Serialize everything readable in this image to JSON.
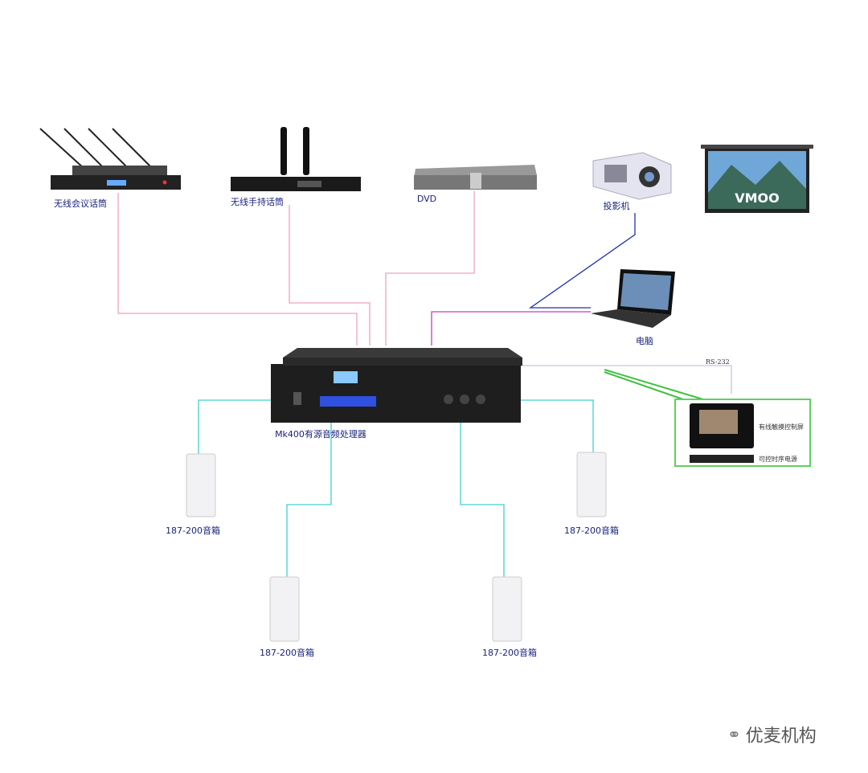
{
  "devices": {
    "wireless_conference_mic": "无线会议话筒",
    "wireless_handheld_mic": "无线手持话筒",
    "dvd": "DVD",
    "projector": "投影机",
    "laptop": "电脑",
    "processor": "Mk400有源音频处理器",
    "touch_panel": "有线触摸控制屏",
    "power_sequencer": "可控时序电源",
    "rs232": "RS-232",
    "screen_logo": "VMOO",
    "speakers": [
      "187-200音箱",
      "187-200音箱",
      "187-200音箱",
      "187-200音箱"
    ]
  },
  "watermark": "优麦机构",
  "colors": {
    "audio_line": "#f0a0c0",
    "laptop_line": "#c040c0",
    "video_line": "#2030b0",
    "speaker_line": "#40d0d0",
    "control_line": "#40c040",
    "rs232_line": "#c0c0d0"
  }
}
